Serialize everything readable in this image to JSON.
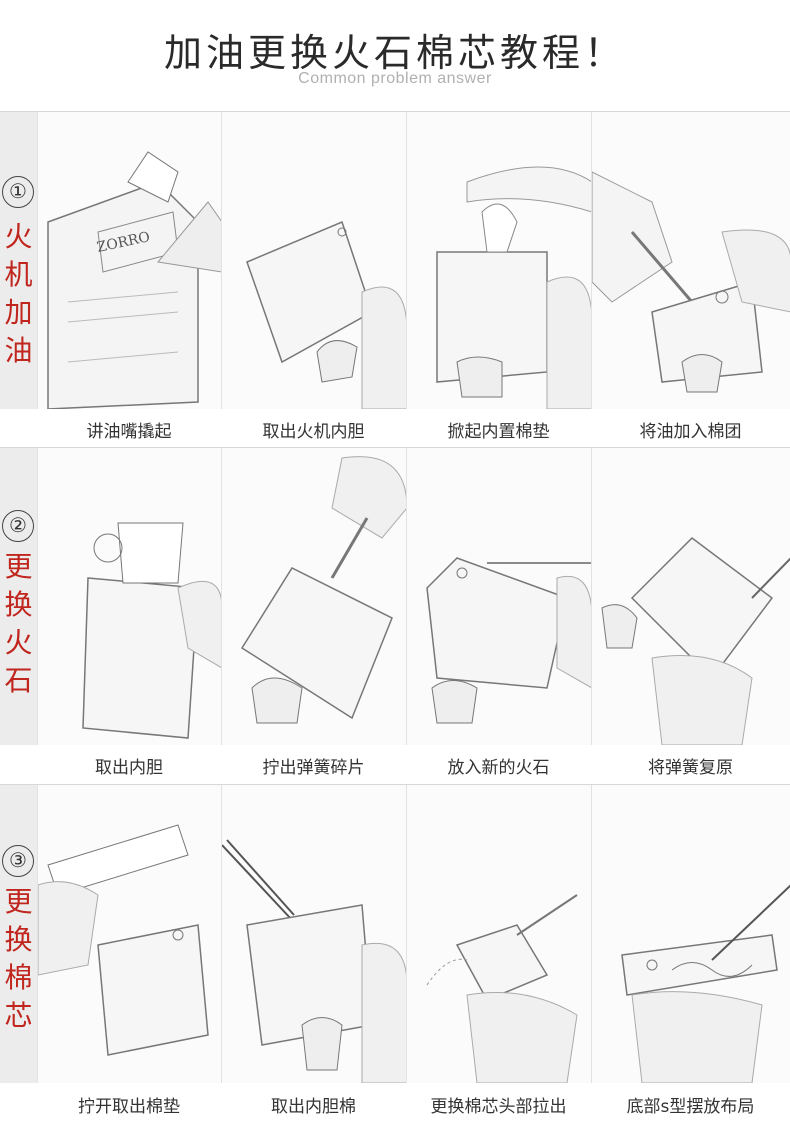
{
  "header": {
    "title": "加油更换火石棉芯教程！",
    "subtitle": "Common problem answer"
  },
  "sections": [
    {
      "number": "①",
      "label": "火机加油",
      "steps": [
        {
          "caption": "讲油嘴撬起",
          "illustration": "lighter-fluid-can-icon",
          "can_brand": "ZORRO"
        },
        {
          "caption": "取出火机内胆",
          "illustration": "lighter-insert-icon"
        },
        {
          "caption": "掀起内置棉垫",
          "illustration": "cotton-pad-icon"
        },
        {
          "caption": "将油加入棉团",
          "illustration": "fuel-nozzle-icon"
        }
      ]
    },
    {
      "number": "②",
      "label": "更换火石",
      "steps": [
        {
          "caption": "取出内胆",
          "illustration": "lighter-case-icon"
        },
        {
          "caption": "拧出弹簧碎片",
          "illustration": "spring-screw-icon"
        },
        {
          "caption": "放入新的火石",
          "illustration": "flint-icon"
        },
        {
          "caption": "将弹簧复原",
          "illustration": "spring-icon"
        }
      ]
    },
    {
      "number": "③",
      "label": "更换棉芯",
      "steps": [
        {
          "caption": "拧开取出棉垫",
          "illustration": "felt-pad-icon"
        },
        {
          "caption": "取出内胆棉",
          "illustration": "tweezers-icon"
        },
        {
          "caption": "更换棉芯头部拉出",
          "illustration": "wick-icon"
        },
        {
          "caption": "底部s型摆放布局",
          "illustration": "wick-layout-icon"
        }
      ]
    }
  ]
}
